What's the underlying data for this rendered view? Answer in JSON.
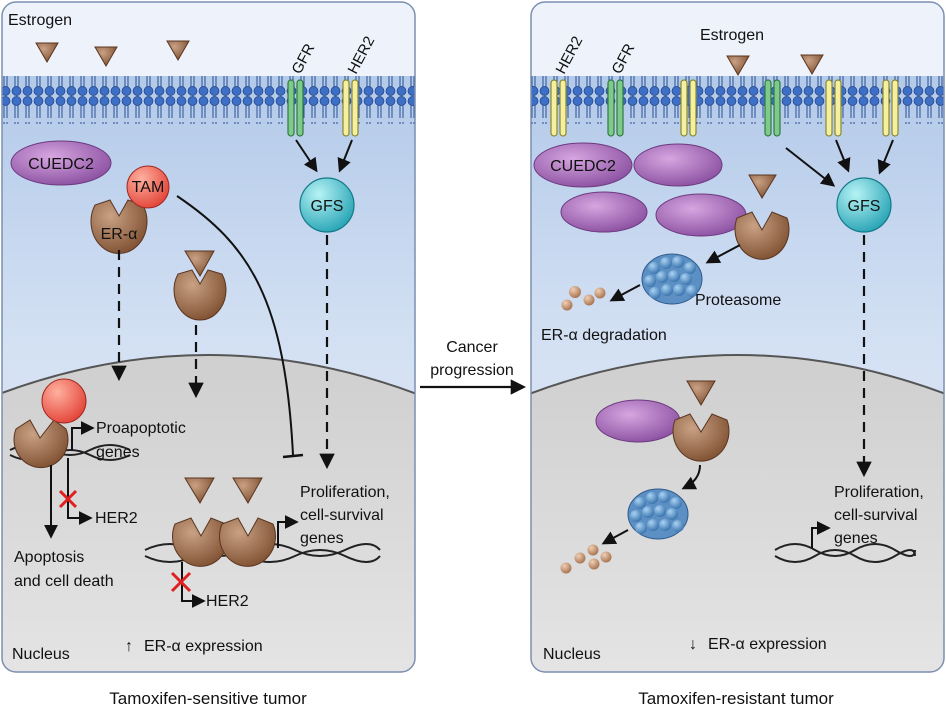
{
  "colors": {
    "cytoplasm": "#c6d6ee",
    "nucleus": "#dcdcdc",
    "membrane_head": "#3a6cc0",
    "gfr": "#2e8b57",
    "her2": "#f2ee8a",
    "cuedc2": "#9b5aa8",
    "er_alpha": "#8a5a3c",
    "tam": "#e24c3c",
    "gfs": "#2aa8b8",
    "proteasome": "#4a7fb4",
    "inhibit_x": "#e02020"
  },
  "left_panel": {
    "estrogen_label": "Estrogen",
    "gfr_label": "GFR",
    "her2_label": "HER2",
    "cuedc2_label": "CUEDC2",
    "tam_label": "TAM",
    "er_alpha_label": "ER-α",
    "gfs_label": "GFS",
    "proapoptotic_line1": "Proapoptotic",
    "proapoptotic_line2": "genes",
    "her2_gene_label_1": "HER2",
    "her2_gene_label_2": "HER2",
    "apoptosis_line1": "Apoptosis",
    "apoptosis_line2": "and cell death",
    "prolif_line1": "Proliferation,",
    "prolif_line2": "cell-survival",
    "prolif_line3": "genes",
    "nucleus_label": "Nucleus",
    "expression_arrow": "↑",
    "expression_label": "ER-α expression",
    "caption": "Tamoxifen-sensitive tumor"
  },
  "center": {
    "transition_line1": "Cancer",
    "transition_line2": "progression"
  },
  "right_panel": {
    "her2_label": "HER2",
    "gfr_label": "GFR",
    "estrogen_label": "Estrogen",
    "cuedc2_label": "CUEDC2",
    "gfs_label": "GFS",
    "proteasome_label": "Proteasome",
    "degradation_label": "ER-α degradation",
    "prolif_line1": "Proliferation,",
    "prolif_line2": "cell-survival",
    "prolif_line3": "genes",
    "nucleus_label": "Nucleus",
    "expression_arrow": "↓",
    "expression_label": "ER-α expression",
    "caption": "Tamoxifen-resistant tumor"
  }
}
